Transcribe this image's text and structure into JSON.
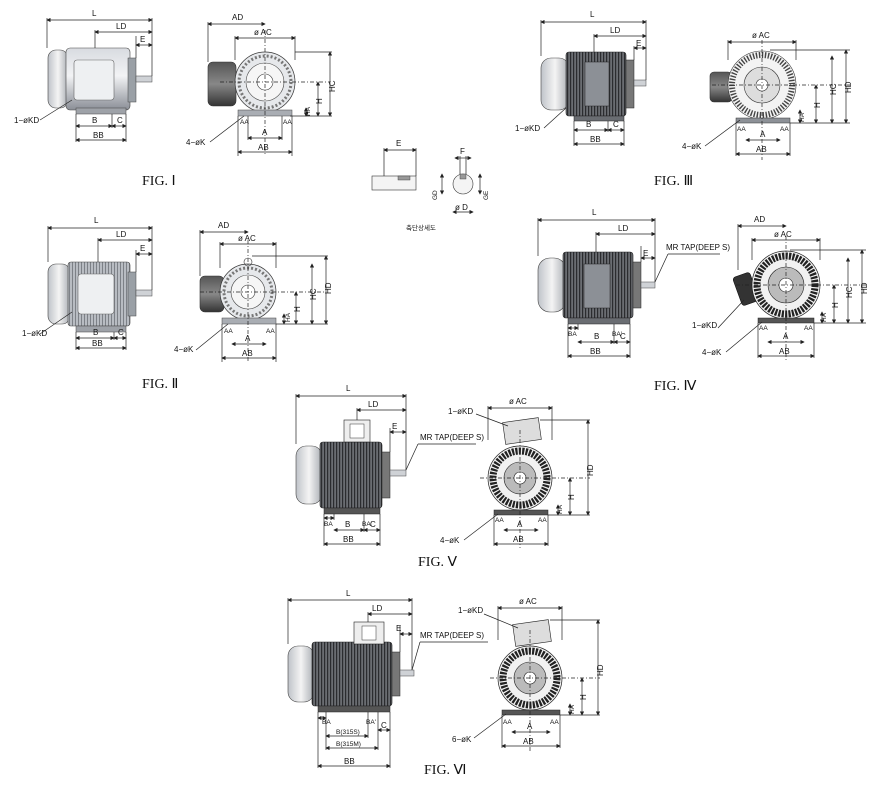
{
  "labels": {
    "L": "L",
    "LD": "LD",
    "E": "E",
    "KD": "1−øKD",
    "B": "B",
    "C": "C",
    "BB": "BB",
    "AD": "AD",
    "AC": "ø AC",
    "HC": "HC",
    "HD": "HD",
    "H": "H",
    "HA": "HA",
    "AA": "AA",
    "A": "A",
    "AB": "AB",
    "K4": "4−øK",
    "K6": "6−øK",
    "BA": "BA",
    "BAp": "BA'",
    "F": "F",
    "GD": "GD",
    "GE": "GE",
    "D": "ø D",
    "shaft_caption": "축단상세도",
    "mr_tap": "MR TAP(DEEP S)",
    "b315s": "B(315S)",
    "b315m": "B(315M)"
  },
  "figures": [
    "FIG. Ⅰ",
    "FIG. Ⅱ",
    "FIG. Ⅲ",
    "FIG. Ⅳ",
    "FIG. Ⅴ",
    "FIG. Ⅵ"
  ]
}
